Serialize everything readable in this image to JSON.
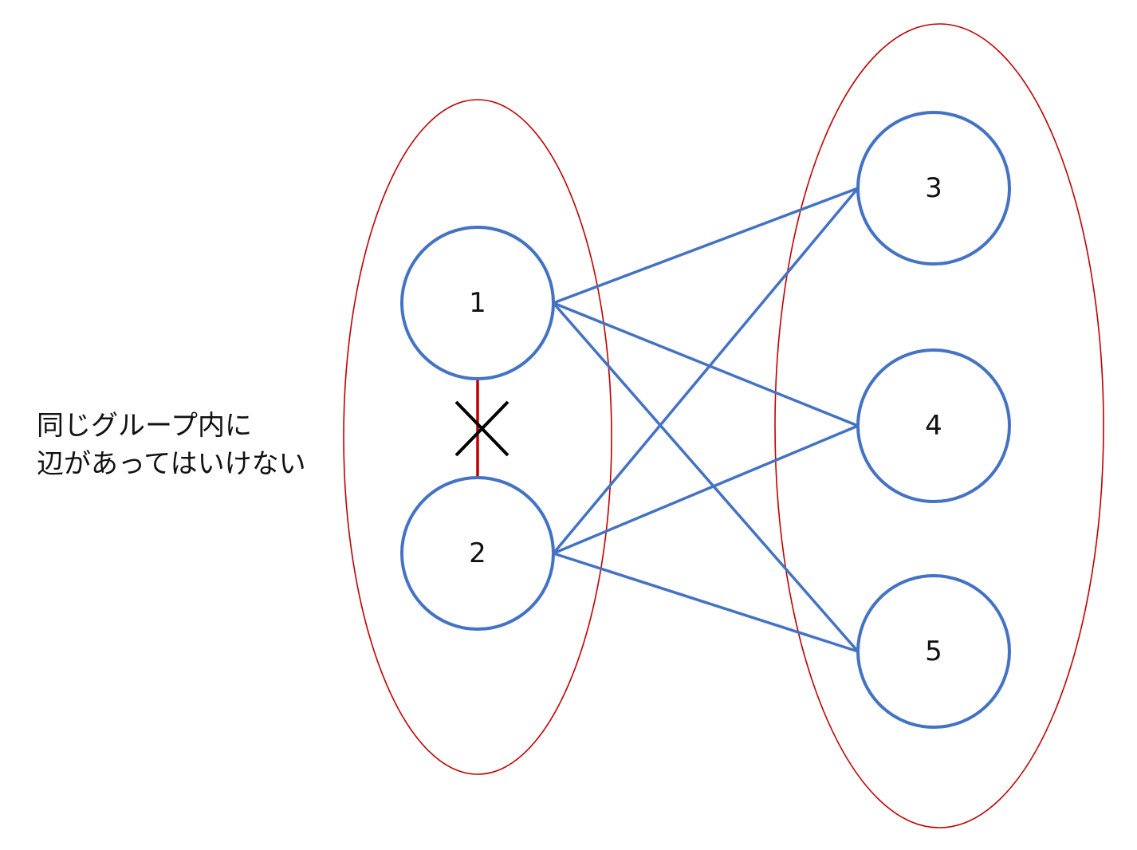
{
  "annotation": {
    "line1": "同じグループ内に",
    "line2": "辺があってはいけない"
  },
  "nodes": [
    {
      "id": "1",
      "label": "1"
    },
    {
      "id": "2",
      "label": "2"
    },
    {
      "id": "3",
      "label": "3"
    },
    {
      "id": "4",
      "label": "4"
    },
    {
      "id": "5",
      "label": "5"
    }
  ],
  "groups": [
    {
      "id": "left-group",
      "members": [
        "1",
        "2"
      ]
    },
    {
      "id": "right-group",
      "members": [
        "3",
        "4",
        "5"
      ]
    }
  ],
  "edges": [
    {
      "from": "1",
      "to": "3"
    },
    {
      "from": "1",
      "to": "4"
    },
    {
      "from": "1",
      "to": "5"
    },
    {
      "from": "2",
      "to": "3"
    },
    {
      "from": "2",
      "to": "4"
    },
    {
      "from": "2",
      "to": "5"
    }
  ],
  "forbidden_edge": {
    "from": "1",
    "to": "2",
    "mark": "cross"
  },
  "colors": {
    "node_stroke": "#4472C4",
    "edge": "#4472C4",
    "group_stroke": "#C00000",
    "forbidden_edge": "#C00000",
    "cross_mark": "#000000",
    "text": "#111111"
  }
}
